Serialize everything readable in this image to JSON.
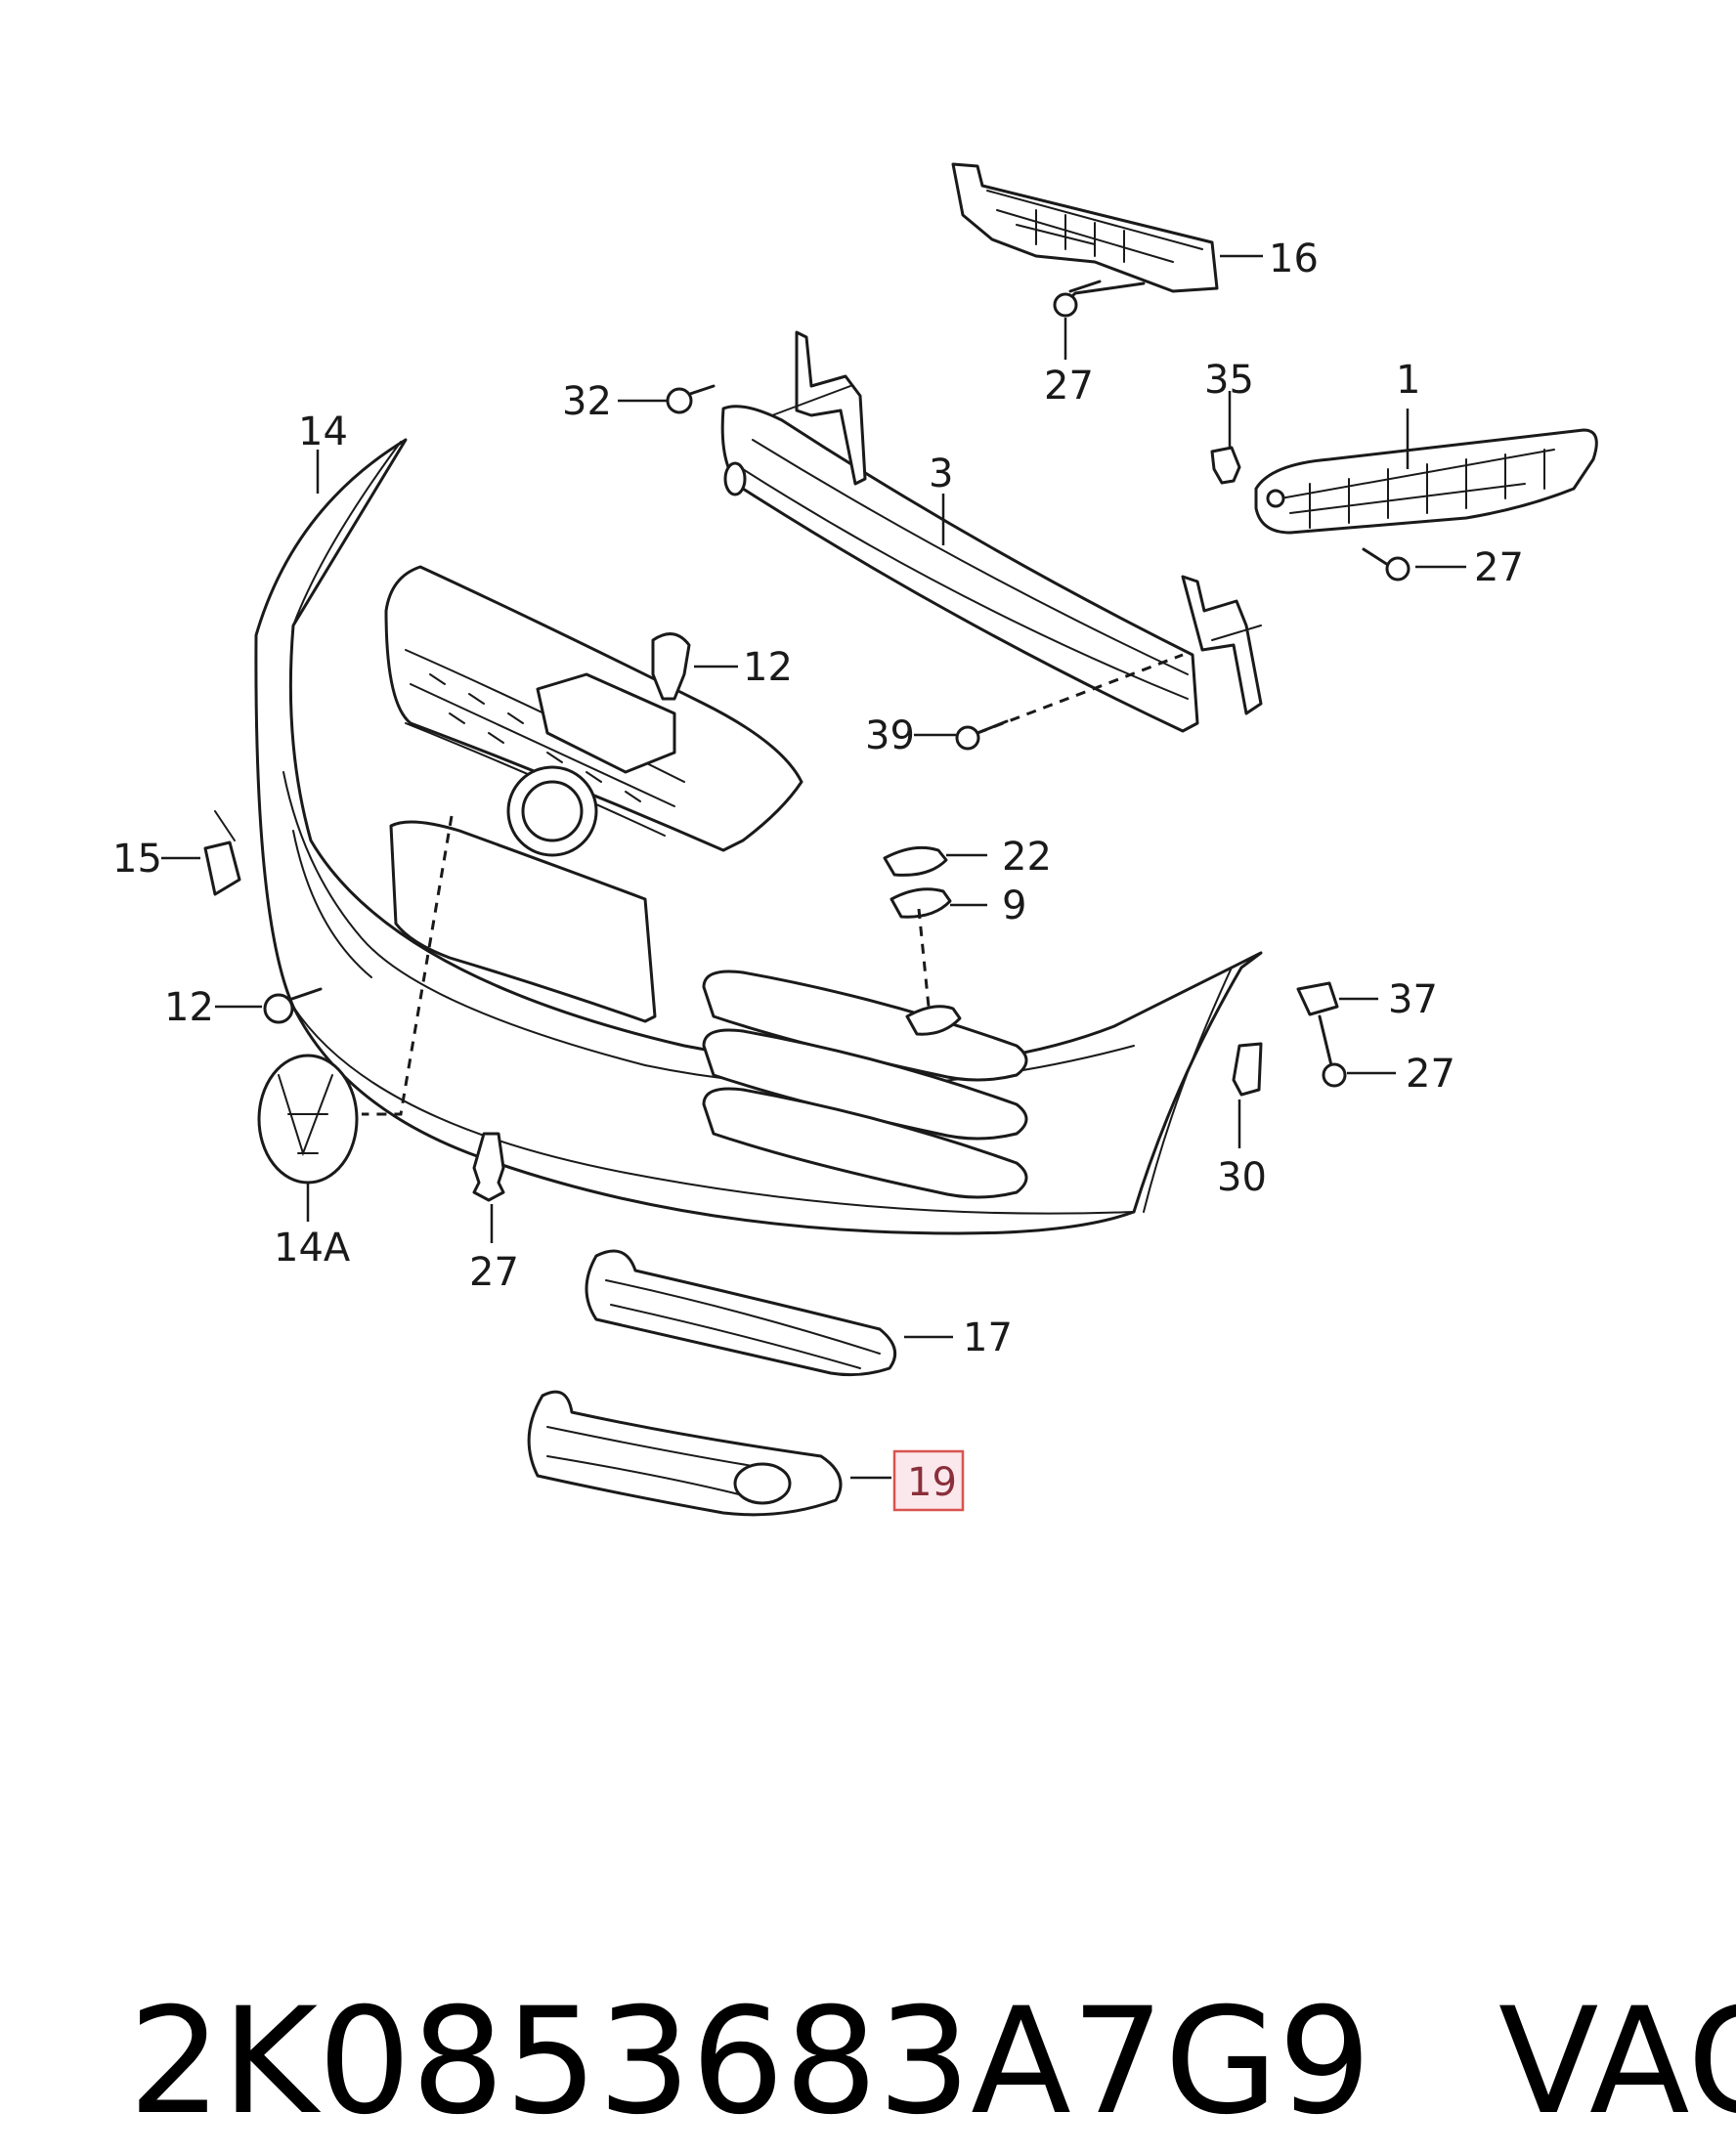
{
  "colors": {
    "line": "#1a1a1a",
    "highlight_fill": "#fbe8ec",
    "highlight_border": "#d9534f",
    "highlight_text": "#8a2f3a"
  },
  "callouts": {
    "c16": "16",
    "c27a": "27",
    "c35": "35",
    "c1": "1",
    "c32": "32",
    "c3": "3",
    "c14": "14",
    "c27b": "27",
    "c12a": "12",
    "c39": "39",
    "c15": "15",
    "c22": "22",
    "c9": "9",
    "c12b": "12",
    "c37": "37",
    "c27c": "27",
    "c30": "30",
    "c14a": "14A",
    "c27d": "27",
    "c17": "17",
    "c19": "19"
  },
  "highlighted_part": "19",
  "footer": {
    "part_number": "2K0853683A7G9",
    "brand": "VAG"
  }
}
